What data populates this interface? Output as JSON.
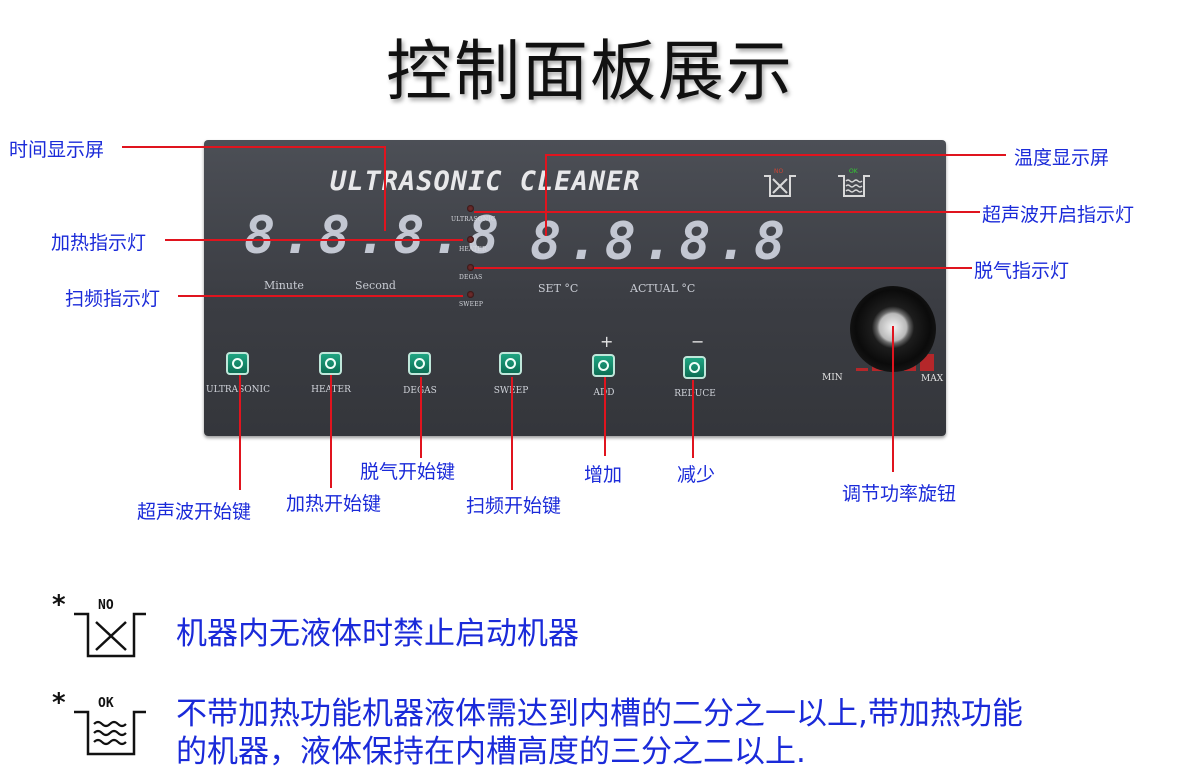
{
  "title": "控制面板展示",
  "panel": {
    "brand": "ULTRASONIC CLEANER",
    "time_display": {
      "digits": "8.8.8.8",
      "labels": [
        "Minute",
        "Second"
      ]
    },
    "temp_display": {
      "digits": "8.8.8.8",
      "labels": [
        "SET °C",
        "ACTUAL °C"
      ]
    },
    "indicators": [
      "ULTRASONIC",
      "HEATER",
      "DEGAS",
      "SWEEP"
    ],
    "buttons": [
      "ULTRASONIC",
      "HEATER",
      "DEGAS",
      "SWEEP",
      "ADD",
      "REDUCE"
    ],
    "add_symbol": "+",
    "reduce_symbol": "−",
    "knob_min": "MIN",
    "knob_max": "MAX",
    "icon_no": "NO",
    "icon_ok": "OK"
  },
  "callouts": {
    "time_display": "时间显示屏",
    "heater_led": "加热指示灯",
    "sweep_led": "扫频指示灯",
    "temp_display": "温度显示屏",
    "ultrasonic_led": "超声波开启指示灯",
    "degas_led": "脱气指示灯",
    "degas_key": "脱气开始键",
    "add": "增加",
    "reduce": "减少",
    "knob": "调节功率旋钮",
    "ultrasonic_key": "超声波开始键",
    "heater_key": "加热开始键",
    "sweep_key": "扫频开始键"
  },
  "notes": {
    "star": "*",
    "no_label": "NO",
    "ok_label": "OK",
    "no_text": "机器内无液体时禁止启动机器",
    "ok_line1": "不带加热功能机器液体需达到内槽的二分之一以上,带加热功能",
    "ok_line2": "的机器，液体保持在内槽高度的三分之二以上."
  },
  "colors": {
    "callout_text": "#1a2ad9",
    "leader_line": "#e0141e",
    "panel": "#3e4046",
    "button": "#13876a"
  }
}
